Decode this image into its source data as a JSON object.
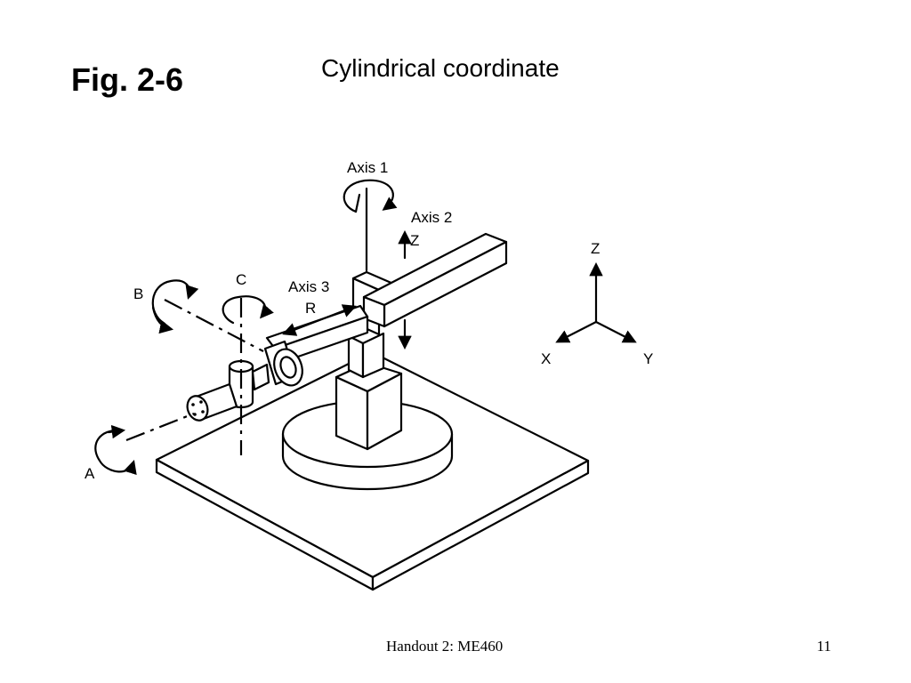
{
  "slide": {
    "figure_label": "Fig. 2-6",
    "title": "Cylindrical coordinate"
  },
  "diagram": {
    "labels": {
      "axis1": "Axis 1",
      "axis2": "Axis 2",
      "axis3": "Axis 3",
      "z_arm": "Z",
      "r_arm": "R",
      "a": "A",
      "b": "B",
      "c": "C"
    },
    "reference_frame": {
      "z": "Z",
      "x": "X",
      "y": "Y"
    }
  },
  "footer": {
    "handout": "Handout 2: ME460",
    "page_number": "11"
  }
}
